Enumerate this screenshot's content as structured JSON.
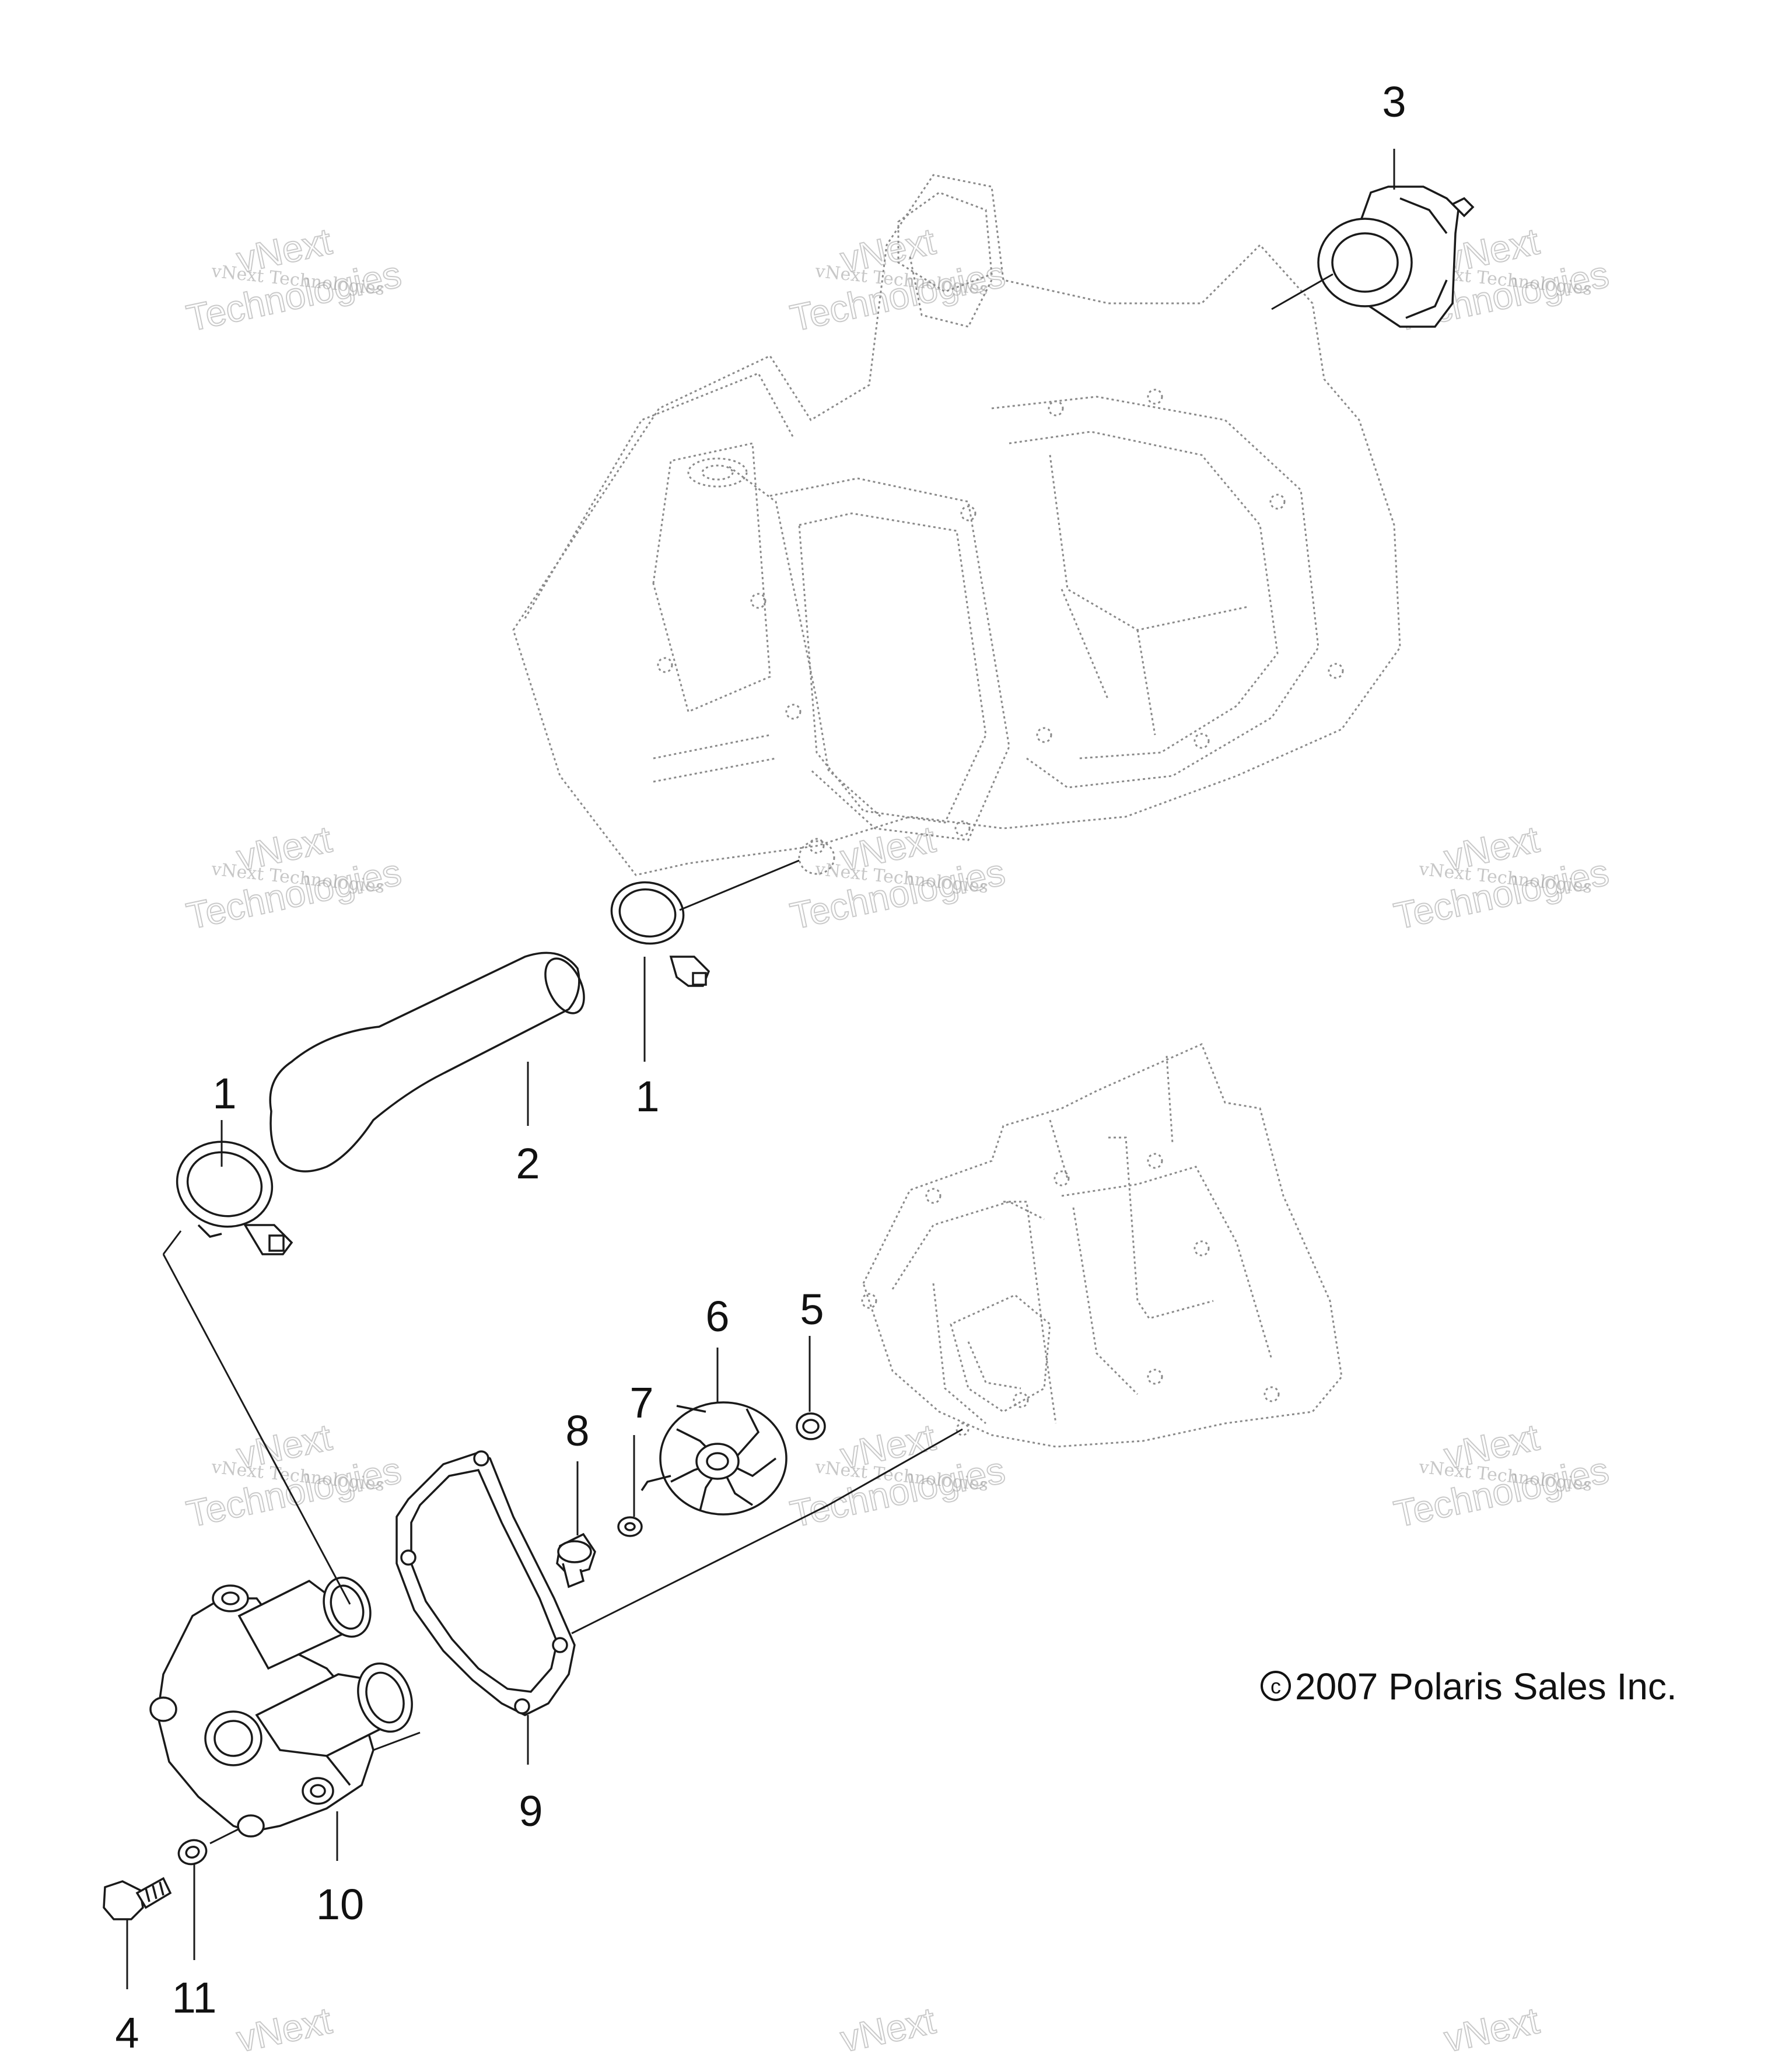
{
  "callouts": {
    "c1_left": "1",
    "c1_right": "1",
    "c2": "2",
    "c3": "3",
    "c4": "4",
    "c5": "5",
    "c6": "6",
    "c7": "7",
    "c8": "8",
    "c9": "9",
    "c10": "10",
    "c11": "11"
  },
  "copyright": {
    "symbol": "c",
    "text": "2007 Polaris Sales Inc."
  },
  "watermarks": {
    "small": "vNext Technologies",
    "big_top": "vNext",
    "big_bottom": "Technologies"
  },
  "colors": {
    "line": "#1a1a1a",
    "ghost_line": "#8a8a8a",
    "watermark": "#9a9a9a",
    "background": "#ffffff"
  }
}
